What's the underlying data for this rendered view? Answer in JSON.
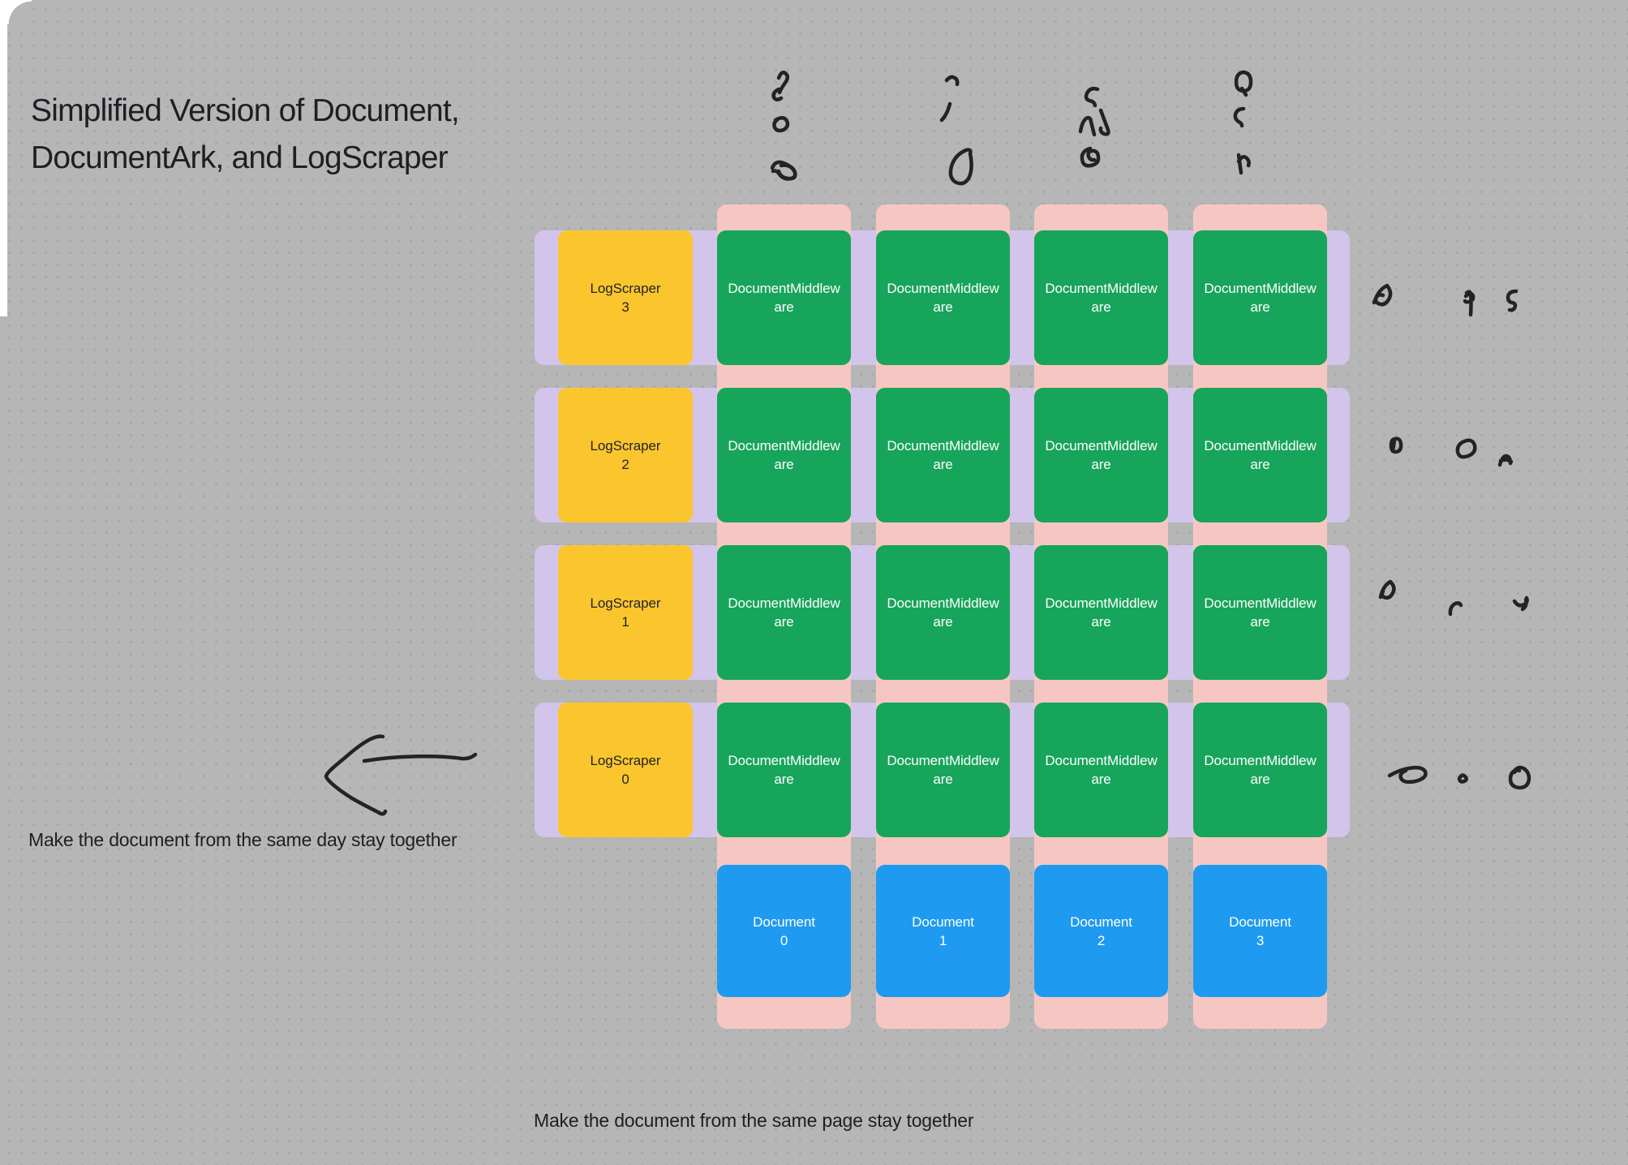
{
  "title": {
    "line1": "Simplified Version of Document,",
    "line2": "DocumentArk, and LogScraper"
  },
  "notes": {
    "same_day": "Make the document from the same day stay together",
    "same_page": "Make the document from the same page stay together"
  },
  "colors": {
    "canvas_background": "#b6b6b6",
    "dot_grid": "#a6a6a6",
    "row_band_purple": "#d4c5ee",
    "column_band_pink": "#fac8c3",
    "logscraper_yellow": "#fbc62d",
    "middleware_green": "#17a45b",
    "document_blue": "#1e9af0",
    "ink": "#232323"
  },
  "grid": {
    "scrapers": [
      {
        "line1": "LogScraper",
        "line2": "3"
      },
      {
        "line1": "LogScraper",
        "line2": "2"
      },
      {
        "line1": "LogScraper",
        "line2": "1"
      },
      {
        "line1": "LogScraper",
        "line2": "0"
      }
    ],
    "middleware": {
      "line1": "DocumentMiddlew",
      "line2": "are"
    },
    "documents": [
      {
        "line1": "Document",
        "line2": "0"
      },
      {
        "line1": "Document",
        "line2": "1"
      },
      {
        "line1": "Document",
        "line2": "2"
      },
      {
        "line1": "Document",
        "line2": "3"
      }
    ]
  },
  "scribbles": {
    "groups": [
      "pen-marks-above-column-0",
      "pen-marks-above-column-1",
      "pen-marks-above-column-2",
      "pen-marks-above-column-3",
      "pen-marks-right-of-row-3",
      "pen-marks-right-of-row-2",
      "pen-marks-right-of-row-1",
      "pen-marks-right-of-row-0",
      "hand-drawn-arrow-pointing-left"
    ]
  }
}
